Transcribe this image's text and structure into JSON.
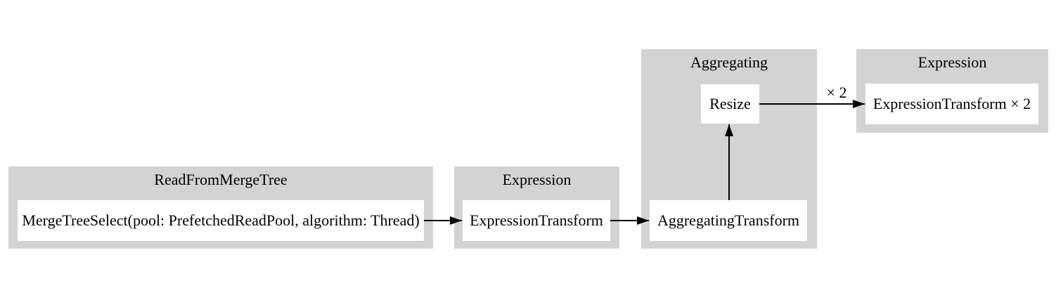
{
  "diagram": {
    "type": "pipeline-graph",
    "colors": {
      "background": "#ffffff",
      "cluster-fill": "#d3d3d3",
      "node-fill": "#ffffff",
      "edge": "#000000",
      "text": "#000000"
    },
    "clusters": [
      {
        "label": "ReadFromMergeTree",
        "nodes": [
          {
            "label": "MergeTreeSelect(pool: PrefetchedReadPool, algorithm: Thread)"
          }
        ]
      },
      {
        "label": "Expression",
        "nodes": [
          {
            "label": "ExpressionTransform"
          }
        ]
      },
      {
        "label": "Aggregating",
        "nodes": [
          {
            "label": "Resize"
          },
          {
            "label": "AggregatingTransform"
          }
        ]
      },
      {
        "label": "Expression",
        "nodes": [
          {
            "label": "ExpressionTransform × 2"
          }
        ]
      }
    ],
    "edges": [
      {
        "from": "MergeTreeSelect(pool: PrefetchedReadPool, algorithm: Thread)",
        "to": "ExpressionTransform",
        "label": ""
      },
      {
        "from": "ExpressionTransform",
        "to": "AggregatingTransform",
        "label": ""
      },
      {
        "from": "AggregatingTransform",
        "to": "Resize",
        "label": ""
      },
      {
        "from": "Resize",
        "to": "ExpressionTransform × 2",
        "label": "× 2"
      }
    ]
  }
}
